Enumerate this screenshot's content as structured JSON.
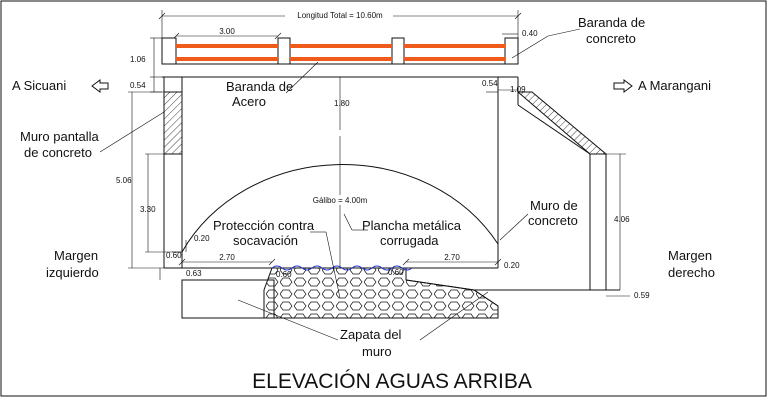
{
  "drawing": {
    "title": "ELEVACIÓN AGUAS ARRIBA",
    "directions": {
      "left": "A Sicuani",
      "right": "A Marangani"
    },
    "labels": {
      "baranda_concreto": [
        "Baranda de",
        "concreto"
      ],
      "baranda_acero": [
        "Baranda de",
        "Acero"
      ],
      "muro_pantalla": [
        "Muro pantalla",
        "de concreto"
      ],
      "margen_izquierdo": [
        "Margen",
        "izquierdo"
      ],
      "margen_derecho": [
        "Margen",
        "derecho"
      ],
      "proteccion": [
        "Protección contra",
        "socavación"
      ],
      "plancha": [
        "Plancha metálica",
        "corrugada"
      ],
      "muro_concreto": [
        "Muro de",
        "concreto"
      ],
      "zapata": [
        "Zapata del",
        "muro"
      ]
    },
    "dimensions": {
      "longitud_total": "Longitud Total = 10.60m",
      "railing_width": "3.00",
      "railing_height": "1.06",
      "post_width": "0.40",
      "left_cap": "0.54",
      "right_cap": "0.54",
      "right_offset": "1.09",
      "crown": "1.80",
      "left_height": "5.06",
      "left_wall": "3.30",
      "right_height": "4.06",
      "galibo": "Gálibo = 4.00m",
      "left_step": "0.20",
      "right_step": "0.20",
      "left_base_h": "0.60",
      "left_span": "2.70",
      "right_span": "2.70",
      "left_toe": "0.63",
      "prot_left": "0.60",
      "prot_right": "0.60",
      "right_toe": "0.59"
    },
    "colors": {
      "railing": "#f05a1a",
      "water": "#2233cc",
      "line": "#111111"
    }
  }
}
